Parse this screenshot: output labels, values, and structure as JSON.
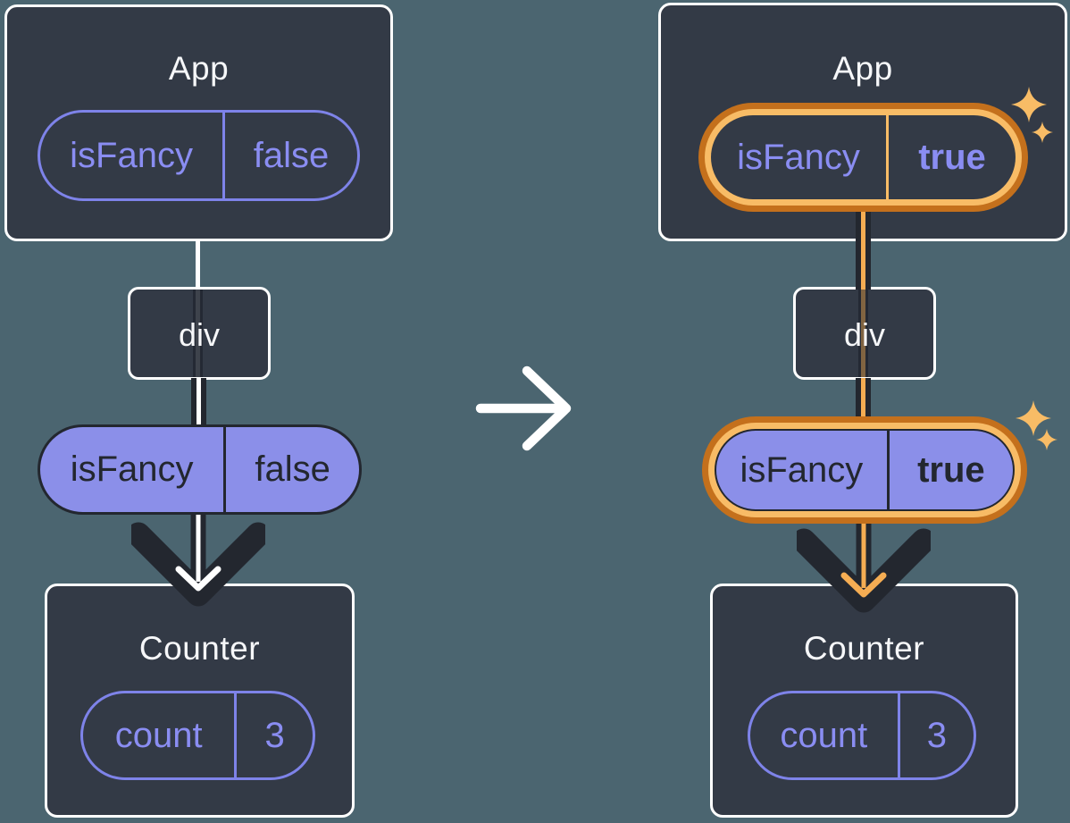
{
  "diagram": {
    "before": {
      "app": {
        "title": "App",
        "prop_name": "isFancy",
        "prop_value": "false"
      },
      "middle": {
        "label": "div"
      },
      "passed_prop": {
        "name": "isFancy",
        "value": "false"
      },
      "counter": {
        "title": "Counter",
        "state_name": "count",
        "state_value": "3"
      }
    },
    "after": {
      "app": {
        "title": "App",
        "prop_name": "isFancy",
        "prop_value": "true"
      },
      "middle": {
        "label": "div"
      },
      "passed_prop": {
        "name": "isFancy",
        "value": "true"
      },
      "counter": {
        "title": "Counter",
        "state_name": "count",
        "state_value": "3"
      }
    },
    "colors": {
      "background": "#4B6570",
      "card": "#333A46",
      "ink": "#23272F",
      "white": "#FFFFFF",
      "purple_fill": "#8B8FE9",
      "purple_text": "#8A8DF2",
      "highlight_outer": "#C4701C",
      "highlight_inner": "#F8BC66",
      "highlight_core": "#F5AD53"
    }
  }
}
